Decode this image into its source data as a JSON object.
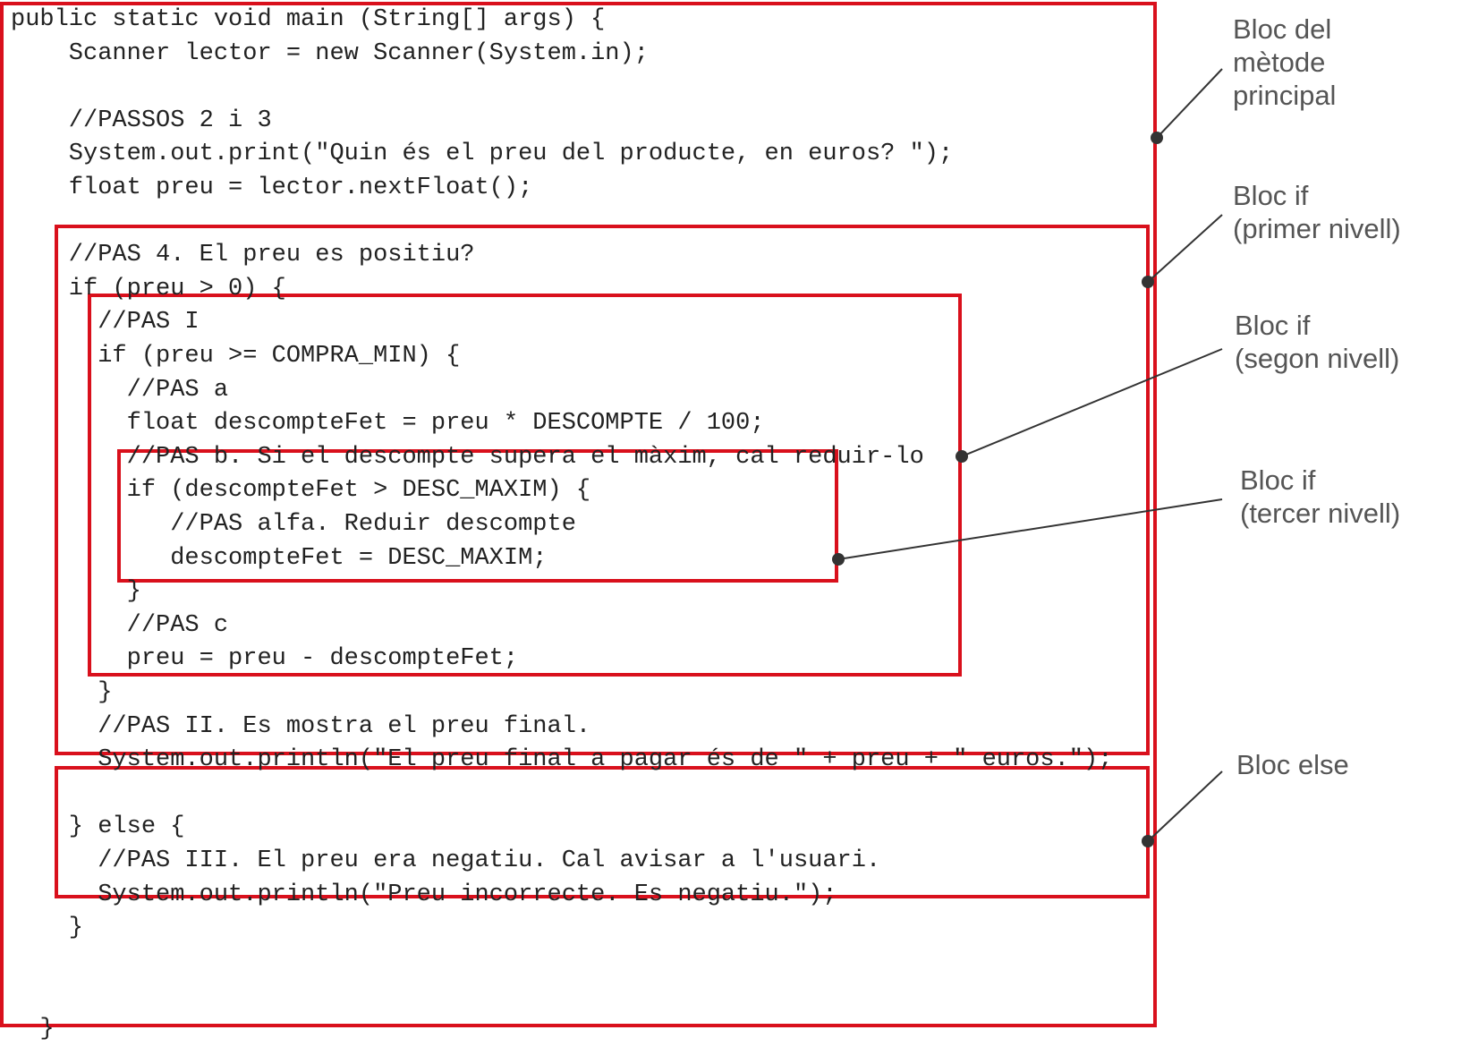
{
  "code_lines": [
    "public static void main (String[] args) {",
    "    Scanner lector = new Scanner(System.in);",
    "",
    "    //PASSOS 2 i 3",
    "    System.out.print(\"Quin és el preu del producte, en euros? \");",
    "    float preu = lector.nextFloat();",
    "",
    "    //PAS 4. El preu es positiu?",
    "    if (preu > 0) {",
    "      //PAS I",
    "      if (preu >= COMPRA_MIN) {",
    "        //PAS a",
    "        float descompteFet = preu * DESCOMPTE / 100;",
    "        //PAS b. Si el descompte supera el màxim, cal reduir-lo",
    "        if (descompteFet > DESC_MAXIM) {",
    "           //PAS alfa. Reduir descompte",
    "           descompteFet = DESC_MAXIM;",
    "        }",
    "        //PAS c",
    "        preu = preu - descompteFet;",
    "      }",
    "      //PAS II. Es mostra el preu final.",
    "      System.out.println(\"El preu final a pagar és de \" + preu + \" euros.\");",
    "",
    "    } else {",
    "      //PAS III. El preu era negatiu. Cal avisar a l'usuari.",
    "      System.out.println(\"Preu incorrecte. Es negatiu.\");",
    "    }",
    "",
    "",
    "  }"
  ],
  "annotations": [
    {
      "id": "main",
      "text": "Bloc del\nmètode\nprincipal"
    },
    {
      "id": "if1",
      "text": "Bloc if\n(primer nivell)"
    },
    {
      "id": "if2",
      "text": "Bloc if\n(segon nivell)"
    },
    {
      "id": "if3",
      "text": "Bloc if\n(tercer nivell)"
    },
    {
      "id": "else",
      "text": "Bloc else"
    }
  ],
  "colors": {
    "frame": "#d9101c",
    "code_text": "#222222",
    "label_text": "#555555",
    "leader_line": "#333333"
  }
}
